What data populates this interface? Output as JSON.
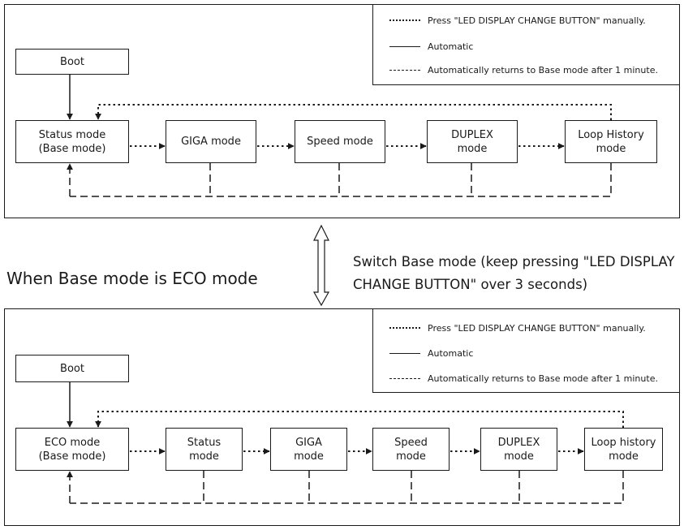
{
  "legend": {
    "dotted": "Press \"LED DISPLAY CHANGE BUTTON\" manually.",
    "solid": "Automatic",
    "dashed": "Automatically returns to Base mode after 1 minute."
  },
  "top_diagram": {
    "boot": "Boot",
    "modes": [
      {
        "line1": "Status mode",
        "line2": "(Base mode)"
      },
      {
        "line1": "GIGA mode",
        "line2": ""
      },
      {
        "line1": "Speed mode",
        "line2": ""
      },
      {
        "line1": "DUPLEX",
        "line2": "mode"
      },
      {
        "line1": "Loop History",
        "line2": "mode"
      }
    ]
  },
  "middle": {
    "eco_heading": "When Base mode is ECO mode",
    "switch_line1": "Switch Base mode (keep pressing \"LED DISPLAY",
    "switch_line2": "CHANGE BUTTON\" over 3 seconds)"
  },
  "bottom_diagram": {
    "boot": "Boot",
    "modes": [
      {
        "line1": "ECO mode",
        "line2": "(Base mode)"
      },
      {
        "line1": "Status",
        "line2": "mode"
      },
      {
        "line1": "GIGA",
        "line2": "mode"
      },
      {
        "line1": "Speed",
        "line2": "mode"
      },
      {
        "line1": "DUPLEX",
        "line2": "mode"
      },
      {
        "line1": "Loop history",
        "line2": "mode"
      }
    ]
  }
}
